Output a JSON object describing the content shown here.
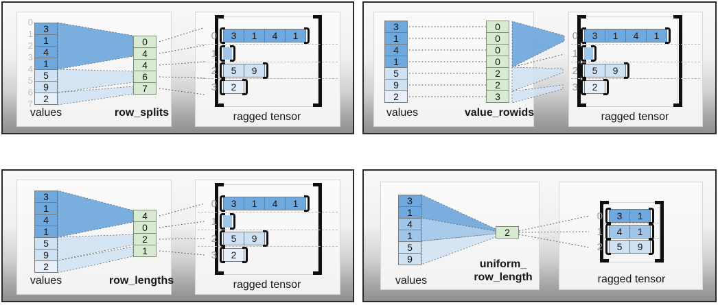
{
  "colors": {
    "blue_dark": "#6fa8dc",
    "blue_mid": "#9fc5e8",
    "blue_light": "#cfe2f3",
    "blue_xlight": "#e7f0fa",
    "green": "#d9ead3"
  },
  "panels": [
    {
      "method": "row_splits",
      "values_label": "values",
      "tensor_label": "ragged tensor",
      "values": [
        "3",
        "1",
        "4",
        "1",
        "5",
        "9",
        "2"
      ],
      "boundary_indices": [
        "0",
        "1",
        "2",
        "3",
        "4",
        "5",
        "6",
        "7"
      ],
      "method_values": [
        "0",
        "4",
        "4",
        "6",
        "7"
      ],
      "row_indices": [
        "0",
        "1",
        "2",
        "3"
      ],
      "rows": [
        [
          "3",
          "1",
          "4",
          "1"
        ],
        [],
        [
          "5",
          "9"
        ],
        [
          "2"
        ]
      ]
    },
    {
      "method": "value_rowids",
      "values_label": "values",
      "tensor_label": "ragged tensor",
      "values": [
        "3",
        "1",
        "4",
        "1",
        "5",
        "9",
        "2"
      ],
      "method_values": [
        "0",
        "0",
        "0",
        "0",
        "2",
        "2",
        "3"
      ],
      "row_indices": [
        "0",
        "1",
        "2",
        "3"
      ],
      "rows": [
        [
          "3",
          "1",
          "4",
          "1"
        ],
        [],
        [
          "5",
          "9"
        ],
        [
          "2"
        ]
      ]
    },
    {
      "method": "row_lengths",
      "values_label": "values",
      "tensor_label": "ragged tensor",
      "values": [
        "3",
        "1",
        "4",
        "1",
        "5",
        "9",
        "2"
      ],
      "method_values": [
        "4",
        "0",
        "2",
        "1"
      ],
      "row_indices": [
        "0",
        "1",
        "2",
        "3"
      ],
      "rows": [
        [
          "3",
          "1",
          "4",
          "1"
        ],
        [],
        [
          "5",
          "9"
        ],
        [
          "2"
        ]
      ]
    },
    {
      "method": "uniform_\nrow_length",
      "values_label": "values",
      "tensor_label": "ragged tensor",
      "values": [
        "3",
        "1",
        "4",
        "1",
        "5",
        "9"
      ],
      "method_values": [
        "2"
      ],
      "row_indices": [
        "0",
        "1",
        "2"
      ],
      "rows": [
        [
          "3",
          "1"
        ],
        [
          "4",
          "1"
        ],
        [
          "5",
          "9"
        ]
      ]
    }
  ]
}
